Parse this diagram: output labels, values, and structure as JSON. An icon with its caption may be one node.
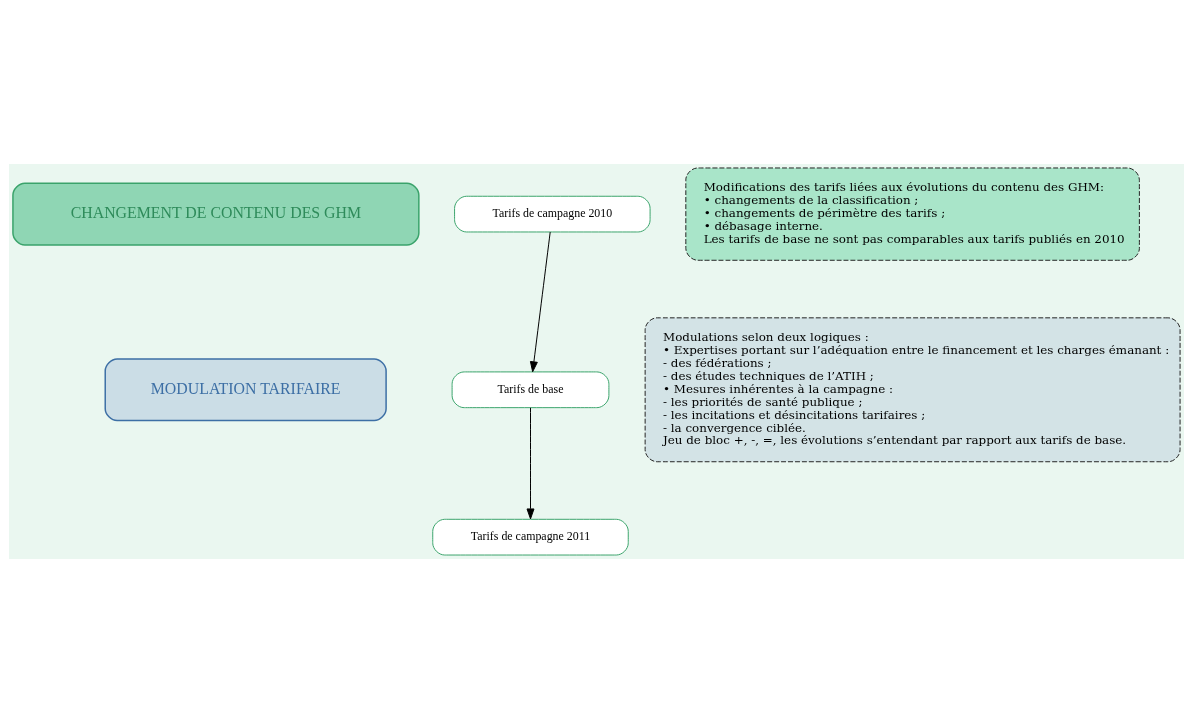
{
  "diagram": {
    "nodes": [
      {
        "text": [
          "CHANGEMENT DE CONTENU DES GHM"
        ]
      },
      {
        "text": [
          "Tarifs de campagne 2010"
        ]
      },
      {
        "text": [
          "Modifications des tarifs liées aux évolutions du contenu des GHM:",
          "• changements de la classification ;",
          "• changements de périmètre des tarifs ;",
          "• débasage interne.",
          "Les tarifs de base ne sont pas comparables aux tarifs publiés en 2010"
        ]
      },
      {
        "text": [
          "MODULATION TARIFAIRE"
        ]
      },
      {
        "text": [
          "Tarifs de base"
        ]
      },
      {
        "text": [
          "Modulations selon deux logiques :",
          "• Expertises portant sur l’adéquation entre le financement et les charges émanant :",
          "- des fédérations ;",
          "- des études techniques de l’ATIH ;",
          "• Mesures inhérentes à la campagne :",
          "- les priorités de santé publique ;",
          "- les incitations et désincitations tarifaires ;",
          "- la convergence ciblée.",
          "Jeu de bloc +, -, =, les évolutions s’entendant par rapport aux tarifs de base."
        ]
      },
      {
        "text": [
          "Tarifs de campagne 2011"
        ]
      }
    ],
    "edges": [
      {
        "from": 1,
        "to": 4,
        "arrow": "to"
      },
      {
        "from": 4,
        "to": 6,
        "arrow": "to"
      }
    ]
  }
}
